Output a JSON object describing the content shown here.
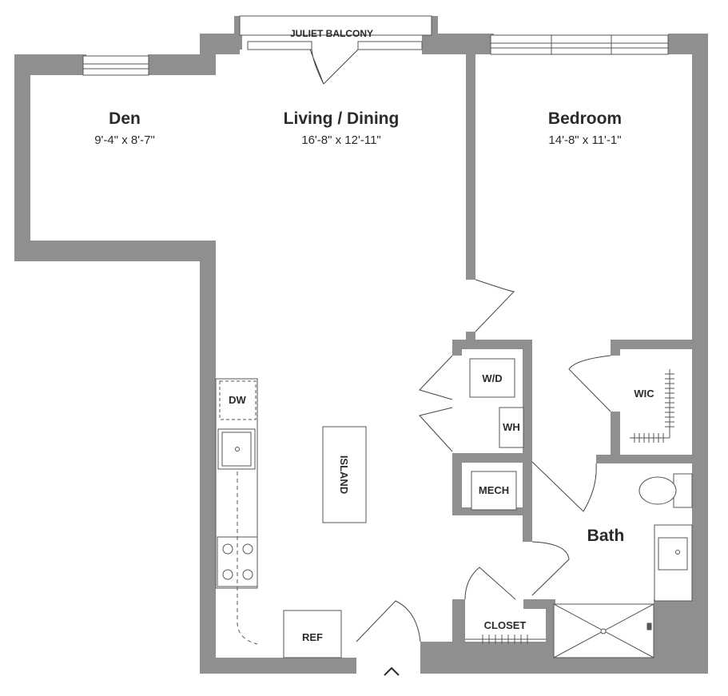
{
  "rooms": {
    "den": {
      "name": "Den",
      "dims": "9'-4\" x 8'-7\""
    },
    "living": {
      "name": "Living / Dining",
      "dims": "16'-8\" x 12'-11\""
    },
    "bedroom": {
      "name": "Bedroom",
      "dims": "14'-8\" x 11'-1\""
    },
    "bath": {
      "name": "Bath"
    }
  },
  "labels": {
    "balcony": "JULIET BALCONY",
    "dw": "DW",
    "island": "ISLAND",
    "wd": "W/D",
    "wh": "WH",
    "mech": "MECH",
    "wic": "WIC",
    "closet": "CLOSET",
    "ref": "REF"
  },
  "colors": {
    "wall": "#8f8f90",
    "line": "#444444",
    "text": "#2b2b2b"
  },
  "icons": {
    "entry": "chevron-up-icon"
  }
}
